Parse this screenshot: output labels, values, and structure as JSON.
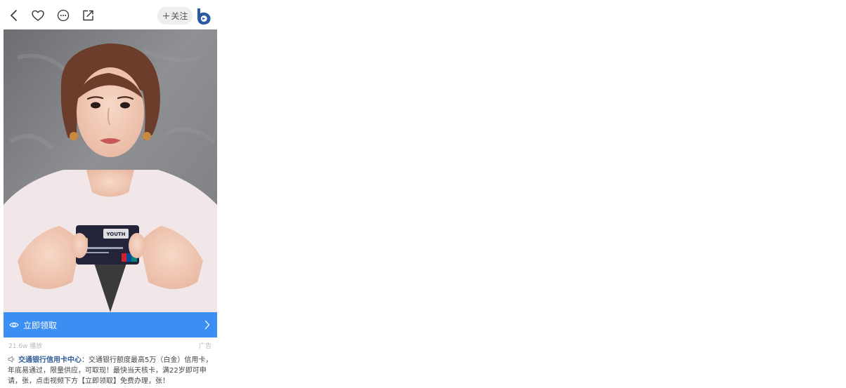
{
  "header": {
    "follow_plus": "+",
    "follow_label": "关注"
  },
  "cta": {
    "label": "立即领取"
  },
  "meta": {
    "views": "21.6w 播放",
    "ad_badge": "广告"
  },
  "description": {
    "author": "交通银行信用卡中心",
    "separator": "：",
    "text": "交通银行额度最高5万（白金）信用卡，年底易通过，限量供应，可取现！最快当天核卡，满22岁即可申请，张，点击视频下方【立即领取】免费办理，张！"
  },
  "video": {
    "card_visible_text": "YOUTH"
  },
  "colors": {
    "cta_background": "#3b8ff3",
    "author_link": "#2f5b95",
    "avatar_brand": "#2c5aa0"
  },
  "icons": {
    "back": "chevron-left-icon",
    "favorite": "heart-icon",
    "more": "more-dots-icon",
    "share": "share-icon",
    "cta": "eye-icon",
    "cta_arrow": "chevron-right-icon",
    "description": "speaker-icon"
  }
}
